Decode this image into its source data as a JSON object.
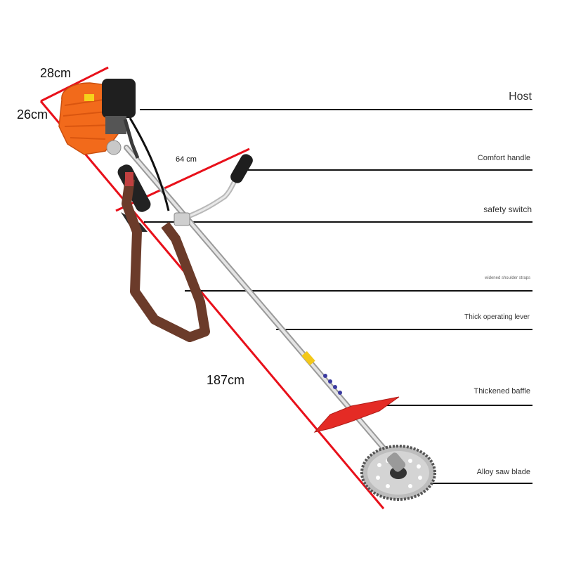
{
  "labels": {
    "host": "Host",
    "comfort_handle": "Comfort handle",
    "safety_switch": "safety switch",
    "shoulder_straps": "widened shoulder straps",
    "operating_lever": "Thick operating lever",
    "baffle": "Thickened baffle",
    "saw_blade": "Alloy saw blade"
  },
  "dimensions": {
    "engine_width": "28cm",
    "engine_height": "26cm",
    "handle_width": "64 cm",
    "total_length": "187cm"
  },
  "colors": {
    "dimension_line": "#e8101a",
    "engine_orange": "#f26a1b",
    "leader_line": "#111111",
    "strap_brown": "#6b3b2a",
    "baffle_red": "#e42b25"
  }
}
